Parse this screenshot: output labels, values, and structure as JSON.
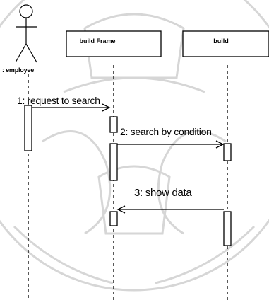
{
  "diagram": {
    "actor": {
      "name": ": employee",
      "icon": "stick-figure-icon"
    },
    "objects": [
      {
        "name": "build Frame"
      },
      {
        "name": "build"
      }
    ],
    "messages": [
      {
        "label": "1: request to search",
        "from": "employee",
        "to": "build Frame"
      },
      {
        "label": "2: search by condition",
        "from": "build Frame",
        "to": "build"
      },
      {
        "label": "3: show data",
        "from": "build",
        "to": "build Frame"
      }
    ],
    "colors": {
      "line": "#000000",
      "background": "#ffffff",
      "watermark": "#d4d4d4"
    }
  }
}
